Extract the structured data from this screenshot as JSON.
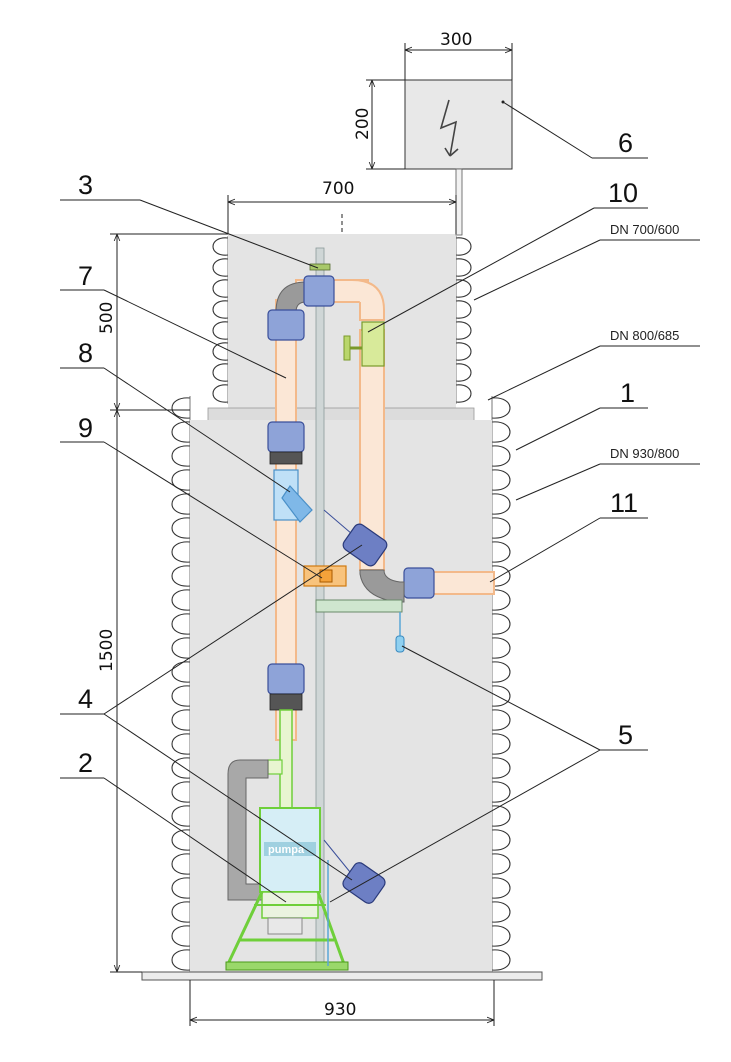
{
  "dimensions": {
    "box_width": "300",
    "box_height": "200",
    "upper_width": "700",
    "upper_height": "500",
    "lower_height": "1500",
    "lower_width": "930"
  },
  "pipe_labels": {
    "dn_upper": "DN 700/600",
    "dn_middle": "DN 800/685",
    "dn_lower": "DN 930/800"
  },
  "callouts": [
    "1",
    "2",
    "3",
    "4",
    "5",
    "6",
    "7",
    "8",
    "9",
    "10",
    "11"
  ],
  "pump_brand": "pumpa",
  "colors": {
    "shaft_fill": "#e4e4e4",
    "pipe_orange": "#f3b98a",
    "coupling_blue": "#8ea3d8",
    "valve_green": "#b9d66c",
    "filter_blue": "#7fb8e8",
    "check_orange": "#f5a23a",
    "pump_green": "#6fcf3a",
    "float_blue": "#3a4f9a",
    "grey_pipe": "#9a9a9a"
  },
  "icons": [
    "lightning-icon"
  ]
}
